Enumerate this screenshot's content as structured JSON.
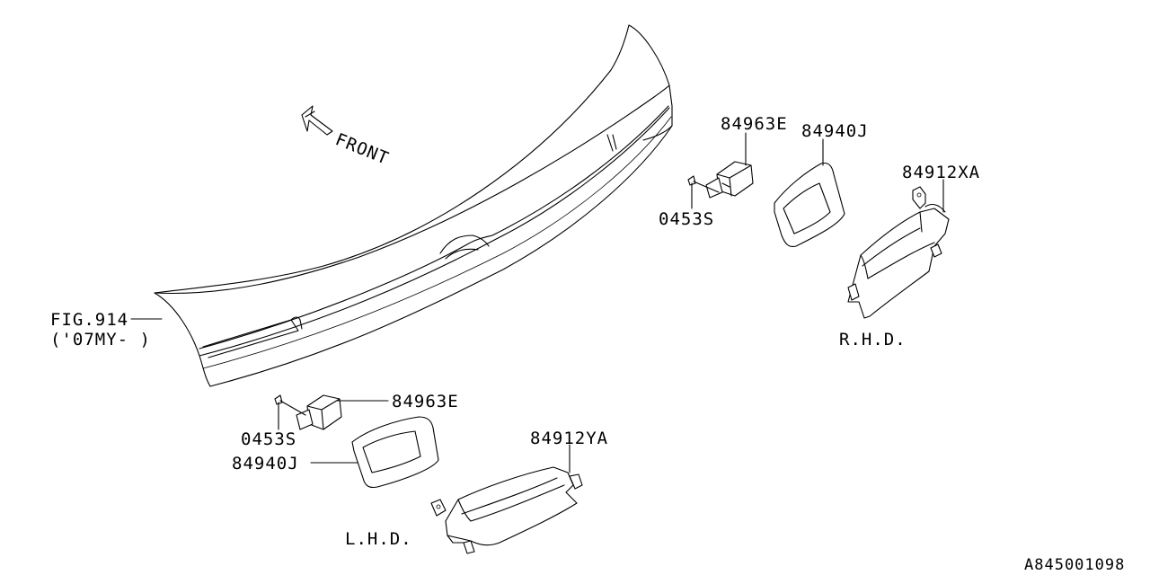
{
  "labels": {
    "front": "FRONT",
    "fig_ref": "FIG.914",
    "fig_year": "('07MY-  )",
    "part_84963E_rhd": "84963E",
    "part_84940J_rhd": "84940J",
    "part_84912XA": "84912XA",
    "part_0453S_rhd": "0453S",
    "rhd": "R.H.D.",
    "part_84963E_lhd": "84963E",
    "part_0453S_lhd": "0453S",
    "part_84940J_lhd": "84940J",
    "part_84912YA": "84912YA",
    "lhd": "L.H.D.",
    "diagram_id": "A845001098"
  }
}
